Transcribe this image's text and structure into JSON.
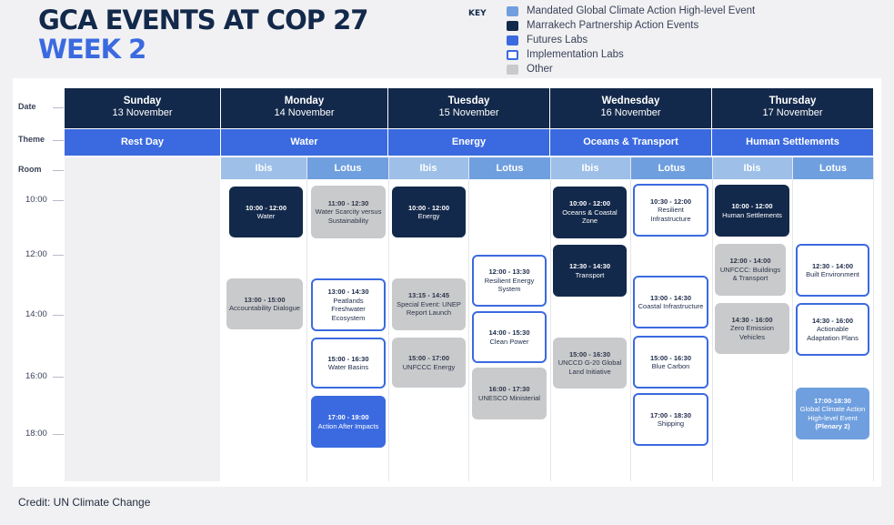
{
  "title": {
    "line1": "GCA EVENTS AT COP 27",
    "line2": "WEEK 2"
  },
  "key": {
    "label": "KEY",
    "items": [
      {
        "label": "Mandated Global Climate Action High-level Event",
        "color": "#6f9fdf",
        "style": "fill"
      },
      {
        "label": "Marrakech Partnership Action Events",
        "color": "#13294b",
        "style": "fill"
      },
      {
        "label": "Futures Labs",
        "color": "#3b6ae0",
        "style": "fill"
      },
      {
        "label": "Implementation Labs",
        "color": "#3b6ae0",
        "style": "outline"
      },
      {
        "label": "Other",
        "color": "#c9cacc",
        "style": "fill"
      }
    ]
  },
  "row_labels": {
    "date": "Date",
    "theme": "Theme",
    "room": "Room"
  },
  "times": [
    "10:00",
    "12:00",
    "14:00",
    "16:00",
    "18:00"
  ],
  "days": [
    {
      "name": "Sunday",
      "date": "13 November",
      "theme": "Rest Day"
    },
    {
      "name": "Monday",
      "date": "14 November",
      "theme": "Water"
    },
    {
      "name": "Tuesday",
      "date": "15 November",
      "theme": "Energy"
    },
    {
      "name": "Wednesday",
      "date": "16 November",
      "theme": "Oceans & Transport"
    },
    {
      "name": "Thursday",
      "date": "17 November",
      "theme": "Human Settlements"
    }
  ],
  "rooms": {
    "ibis": "Ibis",
    "lotus": "Lotus"
  },
  "events": {
    "sun_ibis_1": {
      "time": "13:00 - 15:00",
      "name": "Accountability Dialogue"
    },
    "mon_ibis_1": {
      "time": "10:00 - 12:00",
      "name": "Water"
    },
    "mon_lotus_1": {
      "time": "11:00 - 12:30",
      "name": "Water Scarcity versus Sustainability"
    },
    "mon_lotus_2": {
      "time": "13:00 - 14:30",
      "name": "Peatlands Freshwater Ecosystem"
    },
    "mon_lotus_3": {
      "time": "15:00 - 16:30",
      "name": "Water Basins"
    },
    "mon_lotus_4": {
      "time": "17:00 - 19:00",
      "name": "Action After Impacts"
    },
    "tue_ibis_1": {
      "time": "10:00 - 12:00",
      "name": "Energy"
    },
    "tue_ibis_2": {
      "time": "13:15 - 14:45",
      "name": "Special Event: UNEP Report Launch"
    },
    "tue_ibis_3": {
      "time": "15:00 - 17:00",
      "name": "UNFCCC Energy"
    },
    "tue_lotus_1": {
      "time": "12:00 - 13:30",
      "name": "Resilient Energy System"
    },
    "tue_lotus_2": {
      "time": "14:00 - 15:30",
      "name": "Clean Power"
    },
    "tue_lotus_3": {
      "time": "16:00 - 17:30",
      "name": "UNESCO Ministerial"
    },
    "wed_ibis_1": {
      "time": "10:00 - 12:00",
      "name": "Oceans & Coastal Zone"
    },
    "wed_ibis_2": {
      "time": "12:30 - 14:30",
      "name": "Transport"
    },
    "wed_ibis_3": {
      "time": "15:00 - 16:30",
      "name": "UNCCD G-20 Global Land Initiative"
    },
    "wed_lotus_1": {
      "time": "10:30 - 12:00",
      "name": "Resilient Infrastructure"
    },
    "wed_lotus_2": {
      "time": "13:00 - 14:30",
      "name": "Coastal Infrastructure"
    },
    "wed_lotus_3": {
      "time": "15:00 - 16:30",
      "name": "Blue Carbon"
    },
    "wed_lotus_4": {
      "time": "17:00 - 18:30",
      "name": "Shipping"
    },
    "thu_ibis_1": {
      "time": "10:00 - 12:00",
      "name": "Human Settlements"
    },
    "thu_ibis_2": {
      "time": "12:00 - 14:00",
      "name": "UNFCCC: Buildings & Transport"
    },
    "thu_ibis_3": {
      "time": "14:30 - 16:00",
      "name": "Zero Emission Vehicles"
    },
    "thu_lotus_1": {
      "time": "12:30 - 14:00",
      "name": "Built Environment"
    },
    "thu_lotus_2": {
      "time": "14:30 - 16:00",
      "name": "Actionable Adaptation Plans"
    },
    "thu_lotus_3": {
      "time": "17:00-18:30",
      "name": "Global Climate Action High-level Event",
      "note": "(Plenary 2)"
    }
  },
  "credit": "Credit: UN Climate Change"
}
